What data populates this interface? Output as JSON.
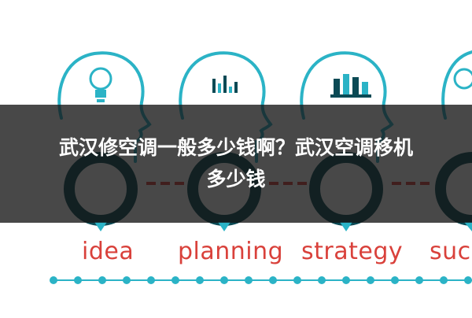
{
  "overlay": {
    "title_line1": "武汉修空调一般多少钱啊？武汉空调移机",
    "title_line2": "多少钱"
  },
  "steps": {
    "labels": [
      "idea",
      "planning",
      "strategy",
      "succ"
    ]
  },
  "icons": [
    "lightbulb-icon",
    "bar-chart-icon",
    "chess-pieces-icon",
    "head-profile-icon"
  ],
  "colors": {
    "teal": "#2bb3c6",
    "dark_teal": "#0b4a55",
    "red": "#d9413b",
    "overlay": "#141414"
  }
}
